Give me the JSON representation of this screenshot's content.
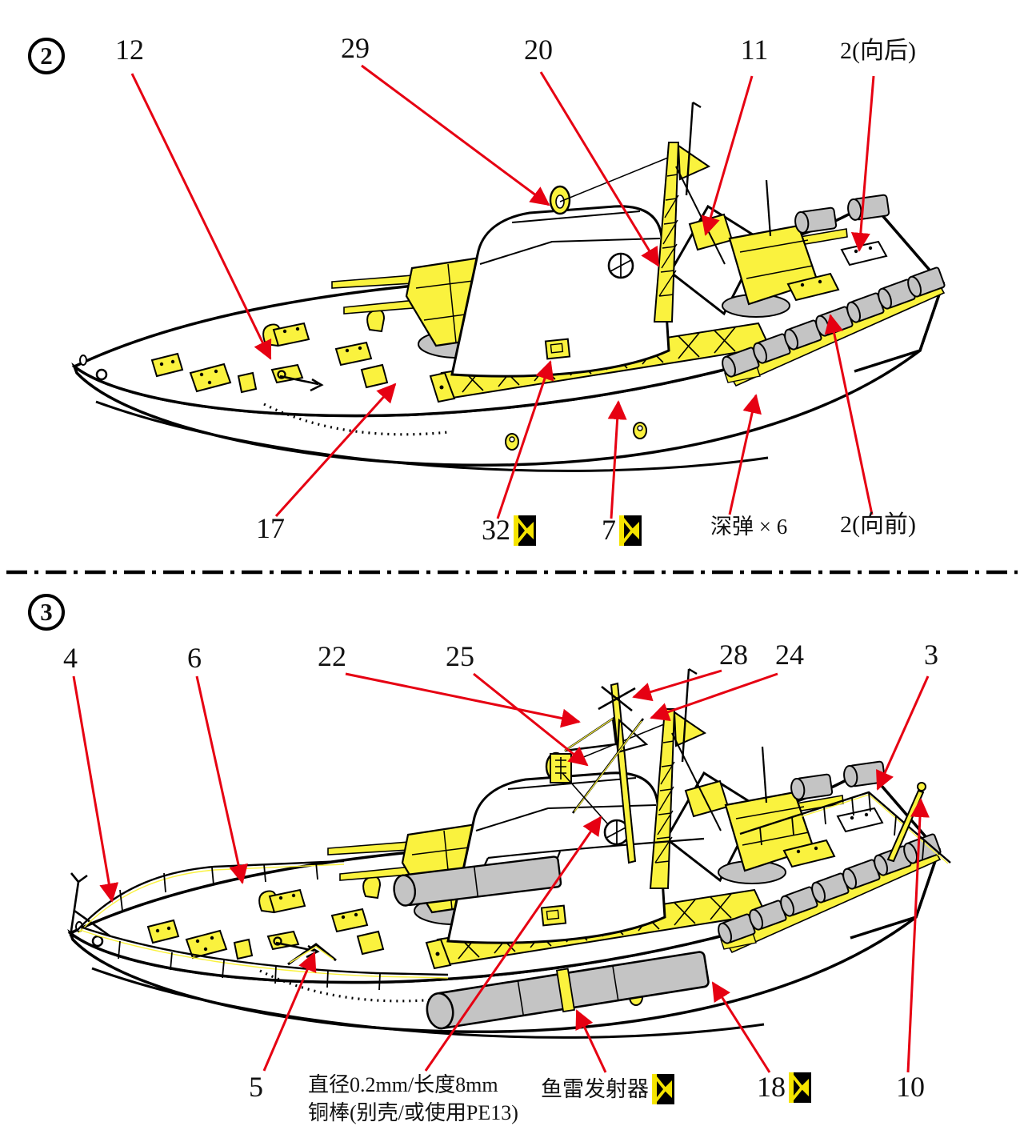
{
  "sheet": {
    "type": "model-kit-assembly-instructions"
  },
  "palette": {
    "part_yellow": "#FAF23E",
    "metal_gray": "#C4C4C4",
    "arrow_red": "#E60012",
    "ink": "#000000"
  },
  "icons": {
    "pe": "photo-etch-icon"
  },
  "step2": {
    "badge": "2",
    "labels": [
      {
        "id": "12",
        "text": "12"
      },
      {
        "id": "29",
        "text": "29"
      },
      {
        "id": "20",
        "text": "20"
      },
      {
        "id": "11",
        "text": "11"
      },
      {
        "id": "2-aft",
        "text": "2(向后)"
      },
      {
        "id": "17",
        "text": "17"
      },
      {
        "id": "32",
        "text": "32",
        "pe_icon": true
      },
      {
        "id": "7",
        "text": "7",
        "pe_icon": true
      },
      {
        "id": "depth-charges",
        "text": "深弹 × 6"
      },
      {
        "id": "2-fwd",
        "text": "2(向前)"
      }
    ]
  },
  "step3": {
    "badge": "3",
    "labels": [
      {
        "id": "4",
        "text": "4"
      },
      {
        "id": "6",
        "text": "6"
      },
      {
        "id": "22",
        "text": "22"
      },
      {
        "id": "25",
        "text": "25"
      },
      {
        "id": "28",
        "text": "28"
      },
      {
        "id": "24",
        "text": "24"
      },
      {
        "id": "3",
        "text": "3"
      },
      {
        "id": "5",
        "text": "5"
      },
      {
        "id": "copper-rod-note",
        "line1": "直径0.2mm/长度8mm",
        "line2": "铜棒(别壳/或使用PE13)"
      },
      {
        "id": "torpedo-launcher",
        "text": "鱼雷发射器",
        "pe_icon": true
      },
      {
        "id": "18",
        "text": "18",
        "pe_icon": true
      },
      {
        "id": "10",
        "text": "10"
      }
    ]
  }
}
